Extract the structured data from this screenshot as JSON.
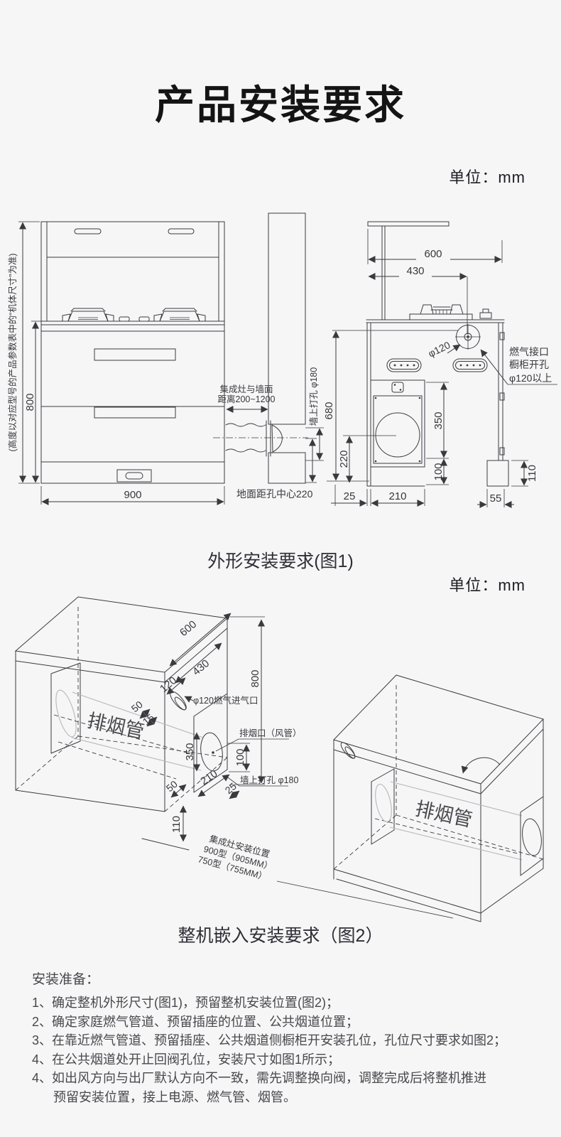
{
  "page": {
    "title": "产品安装要求",
    "unit_label": "单位：mm"
  },
  "fig1": {
    "caption": "外形安装要求(图1)",
    "front": {
      "height_note": "(高度以对应型号的产品参数表中的“机体尺寸”为准)",
      "d800": "800",
      "d900": "900"
    },
    "wall": {
      "gap1": "集成灶与墙面",
      "gap2": "距离200~1200",
      "hole": "墙上打孔 φ180",
      "d680": "680",
      "floor_note": "地面距孔中心220"
    },
    "side": {
      "d600": "600",
      "d430": "430",
      "phi120": "φ120",
      "gas1": "燃气接口",
      "gas2": "橱柜开孔",
      "gas3": "φ120以上",
      "d220": "220",
      "d350": "350",
      "d100": "100",
      "d110": "110",
      "d25": "25",
      "d210": "210",
      "d55": "55"
    }
  },
  "fig2": {
    "caption": "整机嵌入安装要求（图2）",
    "left": {
      "d600": "600",
      "d430": "430",
      "d120": "120",
      "d800": "800",
      "d50": "50",
      "d15": "15",
      "d50b": "50",
      "d110": "110",
      "d350": "350",
      "d210": "210",
      "d100": "100",
      "d25": "25",
      "gas_inlet": "φ120燃气进气口",
      "outlet": "排烟口（风管）",
      "wall_hole": "墙上打孔 φ180",
      "pipe": "排烟管",
      "pos1": "集成灶安装位置",
      "pos2": "900型（905MM）",
      "pos3": "750型（755MM）"
    },
    "right": {
      "pipe": "排烟管"
    }
  },
  "prep": {
    "heading": "安装准备：",
    "items": [
      "1、确定整机外形尺寸(图1)，预留整机安装位置(图2)；",
      "2、确定家庭燃气管道、预留插座的位置、公共烟道位置；",
      "3、在靠近燃气管道、预留插座、公共烟道侧橱柜开安装孔位，孔位尺寸要求如图2；",
      "4、在公共烟道处开止回阀孔位，安装尺寸如图1所示；",
      "4、如出风方向与出厂默认方向不一致，需先调整换向阀，调整完成后将整机推进",
      "预留安装位置，接上电源、燃气管、烟管。"
    ]
  }
}
